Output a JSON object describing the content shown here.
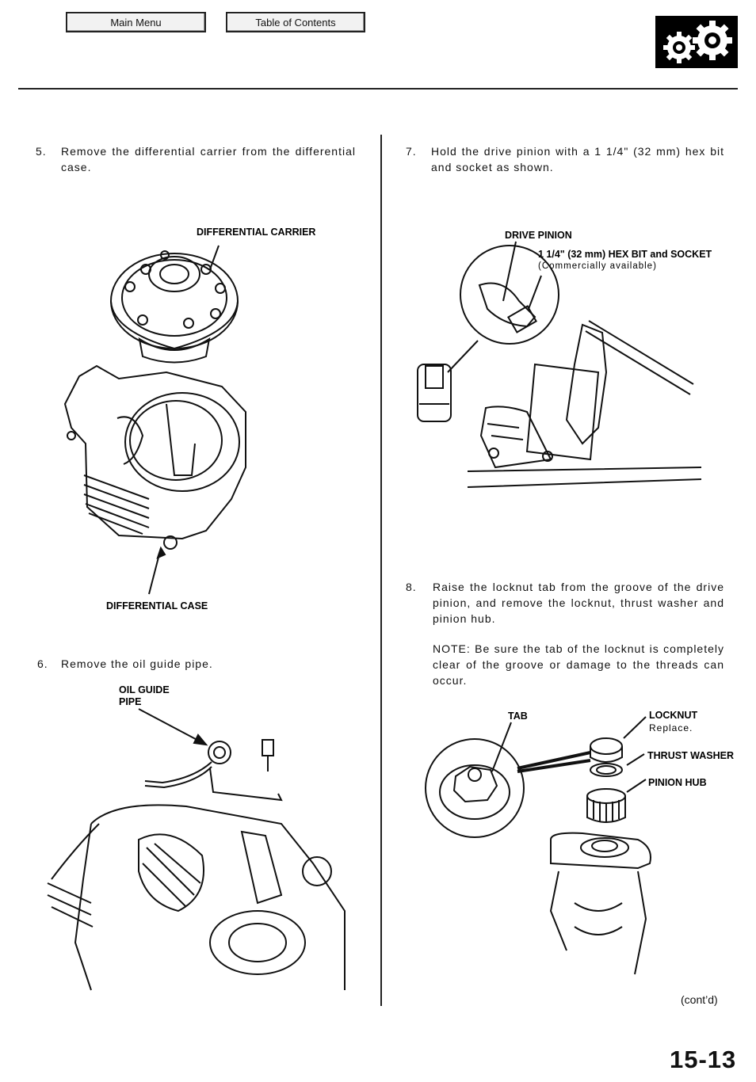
{
  "nav": {
    "main_menu": "Main Menu",
    "table_of_contents": "Table of Contents"
  },
  "logo": {
    "icon": "gears-icon"
  },
  "left_column": {
    "step5": {
      "number": "5.",
      "text": "Remove the differential carrier from the differential case.",
      "labels": {
        "carrier": "DIFFERENTIAL CARRIER",
        "case": "DIFFERENTIAL CASE"
      }
    },
    "step6": {
      "number": "6.",
      "text": "Remove the oil guide pipe.",
      "labels": {
        "pipe_line1": "OIL GUIDE",
        "pipe_line2": "PIPE"
      }
    }
  },
  "right_column": {
    "step7": {
      "number": "7.",
      "text": "Hold the drive pinion with a 1 1/4\" (32 mm) hex bit and socket as shown.",
      "labels": {
        "drive_pinion": "DRIVE PINION",
        "hex_bit": "1 1/4\" (32 mm) HEX BIT and SOCKET",
        "hex_bit_note": "(Commercially available)"
      }
    },
    "step8": {
      "number": "8.",
      "text": "Raise the locknut tab from the groove of the drive pinion, and remove the locknut, thrust washer and pinion hub.",
      "note": "NOTE: Be sure the tab of the locknut is completely clear of the groove or damage to the threads can occur.",
      "labels": {
        "tab": "TAB",
        "locknut": "LOCKNUT",
        "locknut_note": "Replace.",
        "thrust_washer": "THRUST WASHER",
        "pinion_hub": "PINION HUB"
      }
    }
  },
  "footer": {
    "cont": "(cont’d)",
    "page_number": "15-13"
  }
}
